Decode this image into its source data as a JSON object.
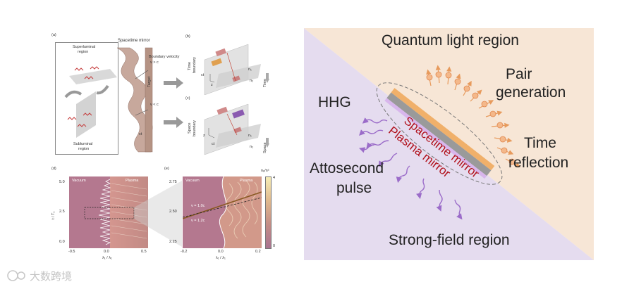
{
  "left_figure": {
    "panel_a": {
      "label": "(a)",
      "spacetime_mirror": "Spacetime mirror",
      "superluminal": [
        "Superluminal",
        "region"
      ],
      "subluminal": [
        "Subluminal",
        "region"
      ],
      "boundary_velocity": "Boundary velocity",
      "v_gt_c": "v > c",
      "v_lt_c": "v < c",
      "target": "Target",
      "ct": "ct"
    },
    "panel_b": {
      "label": "(b)",
      "side": [
        "Time",
        "boundary"
      ],
      "ct": "ct",
      "z": "z",
      "n1": "n₁",
      "n2": "n₂",
      "arrow_label": "Time"
    },
    "panel_c": {
      "label": "(c)",
      "side": [
        "Space",
        "boundary"
      ],
      "ct": "ct",
      "z": "z",
      "n1": "n₁",
      "n2": "n₂",
      "arrow_label": "Space"
    },
    "panel_d": {
      "label": "(d)",
      "vacuum": "Vacuum",
      "plasma": "Plasma",
      "ylabel": "t / T₁",
      "xlabel": "λ₁ / λ₁",
      "yticks": [
        "5.0",
        "2.5",
        "0.0"
      ],
      "xticks": [
        "-0.5",
        "0.0",
        "0.5"
      ]
    },
    "panel_e": {
      "label": "(e)",
      "vacuum": "Vacuum",
      "plasma": "Plasma",
      "yticks": [
        "2.75",
        "2.50",
        "2.25"
      ],
      "xticks": [
        "-0.2",
        "0.0",
        "0.2"
      ],
      "xlabel": "λ₁ / λ₁",
      "v1": "v = 1.0c",
      "v2": "v = 1.2c",
      "colorbar_title": "nₑ/nᶜ",
      "colorbar_max": "4",
      "colorbar_min": "0"
    }
  },
  "right_figure": {
    "quantum_light_region": "Quantum light region",
    "pair_generation": [
      "Pair",
      "generation"
    ],
    "hhg": "HHG",
    "spacetime_mirror": "Spacetime mirror",
    "plasma_mirror": "Plasma mirror",
    "time_reflection": [
      "Time",
      "reflection"
    ],
    "attosecond_pulse": [
      "Attosecond",
      "pulse"
    ],
    "strong_field_region": "Strong-field region",
    "colors": {
      "quantum_bg": "#f7e6d6",
      "strong_bg": "#e5dcef",
      "text_red": "#b1121d",
      "orange": "#e79a5c",
      "purple": "#9b6cc9"
    }
  },
  "watermark": "大数跨境"
}
